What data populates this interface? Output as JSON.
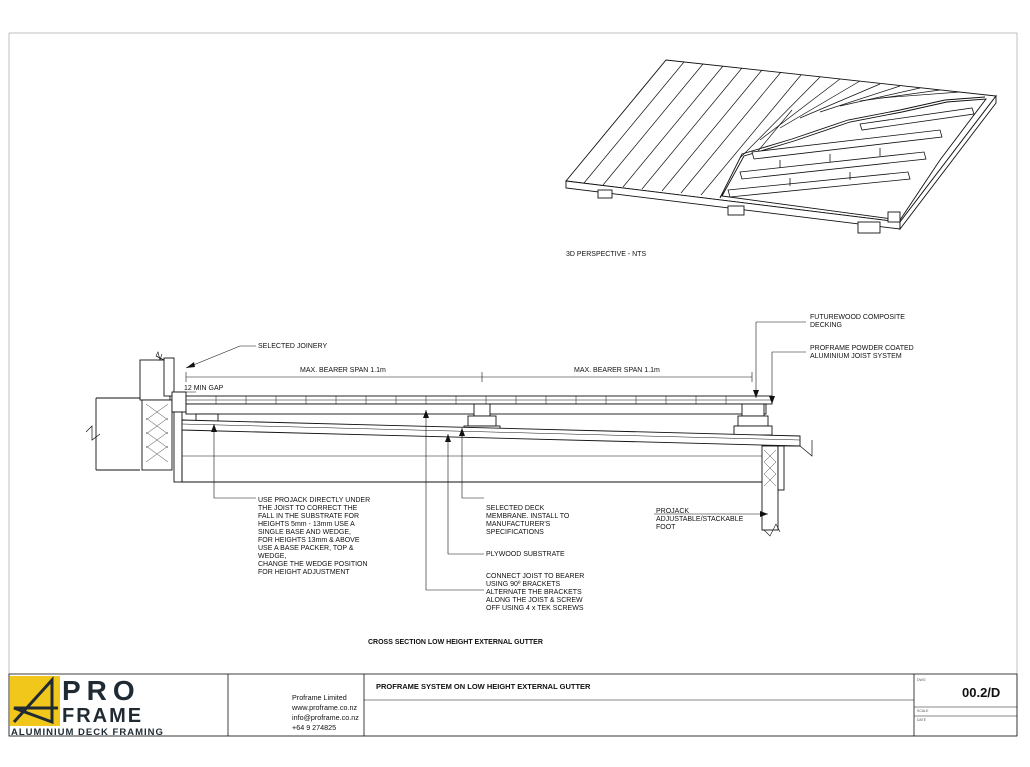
{
  "drawing": {
    "perspective_caption": "3D PERSPECTIVE - NTS",
    "section_title": "CROSS SECTION LOW HEIGHT EXTERNAL GUTTER",
    "gap_label": "12 MIN GAP",
    "span_labels": [
      "MAX. BEARER SPAN 1.1m",
      "MAX. BEARER SPAN 1.1m"
    ],
    "callouts": {
      "joinery": [
        "SELECTED JOINERY"
      ],
      "decking": [
        "FUTUREWOOD COMPOSITE",
        "DECKING"
      ],
      "joist_system": [
        "PROFRAME POWDER COATED",
        "ALUMINIUM  JOIST SYSTEM"
      ],
      "projack_note": [
        "USE PROJACK DIRECTLY UNDER",
        "THE JOIST TO CORRECT THE",
        "FALL IN THE SUBSTRATE FOR",
        "HEIGHTS 5mm - 13mm USE A",
        "SINGLE BASE AND WEDGE,",
        "FOR HEIGHTS 13mm & ABOVE",
        "USE A BASE PACKER, TOP &",
        "WEDGE,",
        "CHANGE THE WEDGE POSITION",
        "FOR HEIGHT ADJUSTMENT"
      ],
      "membrane": [
        "SELECTED DECK",
        "MEMBRANE.  INSTALL TO",
        "MANUFACTURER'S",
        "SPECIFICATIONS"
      ],
      "plywood": [
        "PLYWOOD SUBSTRATE"
      ],
      "brackets": [
        "CONNECT JOIST TO BEARER",
        "USING 90º BRACKETS",
        "ALTERNATE THE BRACKETS",
        "ALONG THE JOIST & SCREW",
        "OFF USING 4 x TEK SCREWS"
      ],
      "projack_foot": [
        "PROJACK",
        "ADJUSTABLE/STACKABLE",
        "FOOT"
      ]
    }
  },
  "title_block": {
    "logo_word_top": "PRO",
    "logo_word_bottom": "FRAME",
    "logo_tagline": "ALUMINIUM DECK FRAMING",
    "company": {
      "name": "Proframe Limited",
      "website": "www.proframe.co.nz",
      "email": "info@proframe.co.nz",
      "phone": "+64 9 274825"
    },
    "drawing_title": "PROFRAME SYSTEM ON LOW HEIGHT EXTERNAL GUTTER",
    "drawing_number_label": "DWG",
    "drawing_number": "00.2/D",
    "scale_label": "SCALE",
    "date_label": "DATE"
  },
  "colors": {
    "logo_yellow": "#f2c71c",
    "logo_dark": "#1f2a33",
    "line": "#111111"
  }
}
